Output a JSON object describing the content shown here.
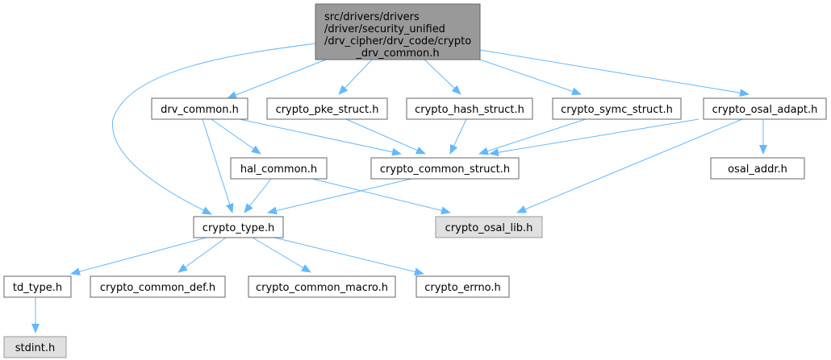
{
  "graph": {
    "title": "Include dependency graph for crypto_drv_common.h",
    "colors": {
      "edge": "#63b8ff",
      "root_fill": "#999999",
      "node_fill": "#ffffff",
      "external_fill": "#e0e0e0",
      "border": "#666666"
    },
    "nodes": [
      {
        "id": "root",
        "lines": [
          "src/drivers/drivers",
          "/driver/security_unified",
          "/drv_cipher/drv_code/crypto",
          "_drv_common.h"
        ],
        "kind": "root"
      },
      {
        "id": "drv_common",
        "lines": [
          "drv_common.h"
        ],
        "kind": "normal"
      },
      {
        "id": "pke",
        "lines": [
          "crypto_pke_struct.h"
        ],
        "kind": "normal"
      },
      {
        "id": "hash",
        "lines": [
          "crypto_hash_struct.h"
        ],
        "kind": "normal"
      },
      {
        "id": "symc",
        "lines": [
          "crypto_symc_struct.h"
        ],
        "kind": "normal"
      },
      {
        "id": "osal_adapt",
        "lines": [
          "crypto_osal_adapt.h"
        ],
        "kind": "normal"
      },
      {
        "id": "hal_common",
        "lines": [
          "hal_common.h"
        ],
        "kind": "normal"
      },
      {
        "id": "ccs",
        "lines": [
          "crypto_common_struct.h"
        ],
        "kind": "normal"
      },
      {
        "id": "osal_addr",
        "lines": [
          "osal_addr.h"
        ],
        "kind": "normal"
      },
      {
        "id": "crypto_type",
        "lines": [
          "crypto_type.h"
        ],
        "kind": "normal"
      },
      {
        "id": "osal_lib",
        "lines": [
          "crypto_osal_lib.h"
        ],
        "kind": "external"
      },
      {
        "id": "td_type",
        "lines": [
          "td_type.h"
        ],
        "kind": "normal"
      },
      {
        "id": "common_def",
        "lines": [
          "crypto_common_def.h"
        ],
        "kind": "normal"
      },
      {
        "id": "common_macro",
        "lines": [
          "crypto_common_macro.h"
        ],
        "kind": "normal"
      },
      {
        "id": "errno",
        "lines": [
          "crypto_errno.h"
        ],
        "kind": "normal"
      },
      {
        "id": "stdint",
        "lines": [
          "stdint.h"
        ],
        "kind": "external"
      }
    ],
    "edges": [
      [
        "root",
        "drv_common"
      ],
      [
        "root",
        "pke"
      ],
      [
        "root",
        "hash"
      ],
      [
        "root",
        "symc"
      ],
      [
        "root",
        "osal_adapt"
      ],
      [
        "root",
        "crypto_type"
      ],
      [
        "drv_common",
        "hal_common"
      ],
      [
        "drv_common",
        "crypto_type"
      ],
      [
        "drv_common",
        "ccs"
      ],
      [
        "pke",
        "ccs"
      ],
      [
        "hash",
        "ccs"
      ],
      [
        "symc",
        "ccs"
      ],
      [
        "osal_adapt",
        "ccs"
      ],
      [
        "osal_adapt",
        "osal_lib"
      ],
      [
        "osal_adapt",
        "osal_addr"
      ],
      [
        "hal_common",
        "crypto_type"
      ],
      [
        "hal_common",
        "osal_lib"
      ],
      [
        "ccs",
        "crypto_type"
      ],
      [
        "crypto_type",
        "td_type"
      ],
      [
        "crypto_type",
        "common_def"
      ],
      [
        "crypto_type",
        "common_macro"
      ],
      [
        "crypto_type",
        "errno"
      ],
      [
        "td_type",
        "stdint"
      ]
    ]
  }
}
